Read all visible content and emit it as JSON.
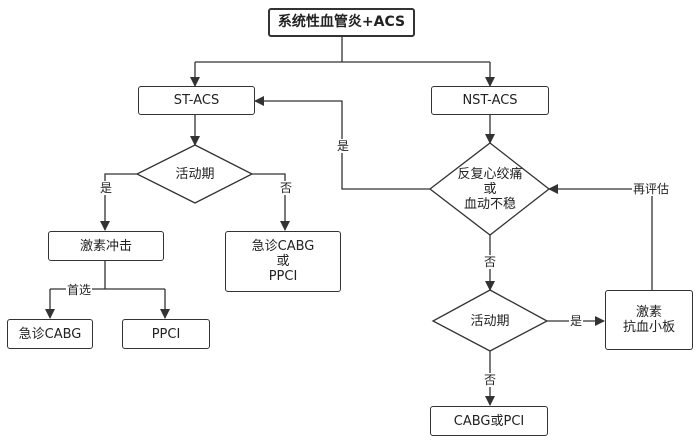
{
  "nodes": {
    "root": "系统性血管炎+ACS",
    "st_acs": "ST-ACS",
    "nst_acs": "NST-ACS",
    "active_left": "活动期",
    "steroid_pulse": "激素冲击",
    "emerg_cabg_or_ppci": [
      "急诊CABG",
      "或",
      "PPCI"
    ],
    "emerg_cabg": "急诊CABG",
    "ppci": "PPCI",
    "angina_q": [
      "反复心绞痛",
      "或",
      "血动不稳"
    ],
    "active_right": "活动期",
    "steroid_antiplatelet": [
      "激素",
      "抗血小板"
    ],
    "cabg_or_pci": "CABG或PCI"
  },
  "edge_labels": {
    "yes_left": "是",
    "no_left": "否",
    "preferred": "首选",
    "yes_back": "是",
    "no_right_1": "否",
    "no_right_2": "否",
    "yes_right": "是",
    "reassess": "再评估"
  }
}
